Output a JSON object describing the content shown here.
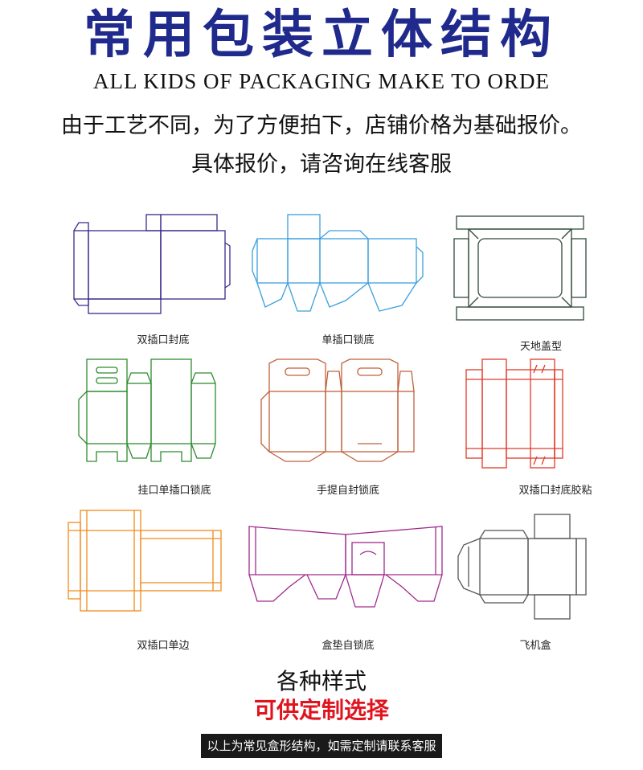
{
  "header": {
    "title": "常用包装立体结构",
    "subtitle": "ALL KIDS OF PACKAGING MAKE TO ORDE",
    "note_line1": "由于工艺不同，为了方便拍下，店铺价格为基础报价。",
    "note_line2": "具体报价，请咨询在线客服"
  },
  "structures": [
    {
      "label": "双插口封底",
      "color": "#3a2a8a"
    },
    {
      "label": "单插口锁底",
      "color": "#3aa0dc"
    },
    {
      "label": "天地盖型",
      "color": "#2f4a3a"
    },
    {
      "label": "挂口单插口锁底",
      "color": "#2e8b2e"
    },
    {
      "label": "手提自封锁底",
      "color": "#c0603a"
    },
    {
      "label": "双插口封底胶粘",
      "color": "#e03a2a"
    },
    {
      "label": "双插口单边",
      "color": "#f08a1a"
    },
    {
      "label": "盒垫自锁底",
      "color": "#a02a8a"
    },
    {
      "label": "飞机盒",
      "color": "#555555"
    }
  ],
  "footer": {
    "line1": "各种样式",
    "line2": "可供定制选择",
    "banner": "以上为常见盒形结构，如需定制请联系客服"
  }
}
